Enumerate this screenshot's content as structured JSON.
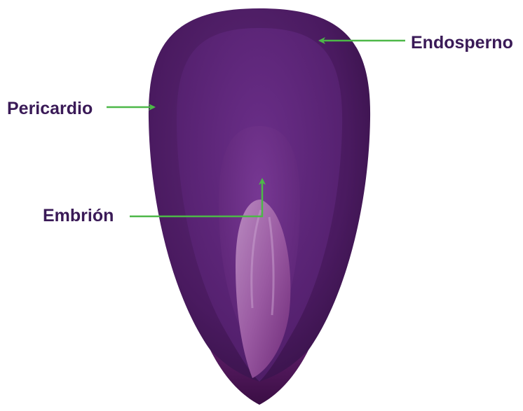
{
  "labels": {
    "endosperm": "Endosperno",
    "pericarp": "Pericardio",
    "embryo": "Embrión"
  },
  "colors": {
    "label_text": "#3a1a57",
    "arrow": "#4db848",
    "seed_outer": "#4a1650",
    "seed_inner": "#5a2068",
    "embryo": "#a56aa8"
  },
  "icons": {
    "arrow": "arrowhead"
  }
}
